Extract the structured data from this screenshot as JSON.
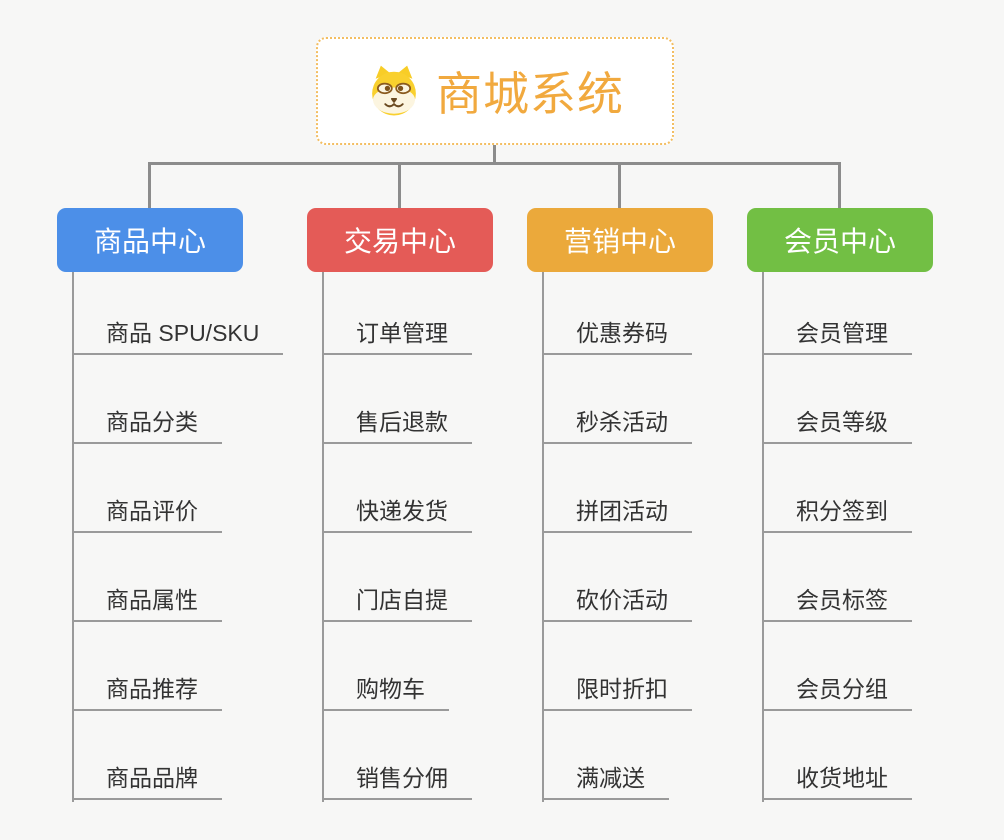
{
  "page": {
    "background": "#f7f7f6"
  },
  "root": {
    "label": "商城系统",
    "icon": "doge-icon",
    "text_color": "#f1a93e",
    "background": "#ffffff",
    "border_color": "#f3be62"
  },
  "connectors": {
    "bus_color": "#8c8c8c",
    "branch_line_color": "#9a9a9a"
  },
  "branches": [
    {
      "label": "商品中心",
      "color": "#4c8fe8",
      "children": [
        "商品 SPU/SKU",
        "商品分类",
        "商品评价",
        "商品属性",
        "商品推荐",
        "商品品牌"
      ]
    },
    {
      "label": "交易中心",
      "color": "#e45b57",
      "children": [
        "订单管理",
        "售后退款",
        "快递发货",
        "门店自提",
        "购物车",
        "销售分佣"
      ]
    },
    {
      "label": "营销中心",
      "color": "#eba93b",
      "children": [
        "优惠券码",
        "秒杀活动",
        "拼团活动",
        "砍价活动",
        "限时折扣",
        "满减送"
      ]
    },
    {
      "label": "会员中心",
      "color": "#72bf44",
      "children": [
        "会员管理",
        "会员等级",
        "积分签到",
        "会员标签",
        "会员分组",
        "收货地址"
      ]
    }
  ]
}
